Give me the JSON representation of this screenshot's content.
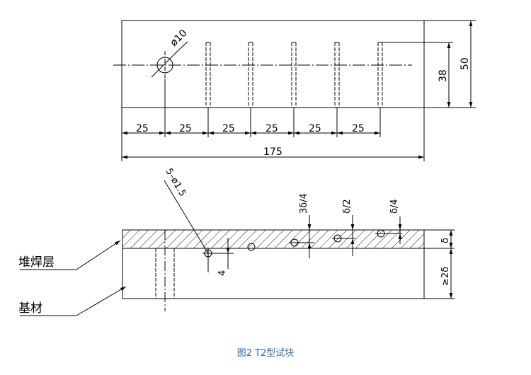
{
  "top_view": {
    "hole_dim": "ø10",
    "spacing_dims": [
      "25",
      "25",
      "25",
      "25",
      "25",
      "25"
    ],
    "overall_length": "175",
    "height_dim": "50",
    "hole_height_dim": "38"
  },
  "section_view": {
    "holes_callout": "5–ø1.5",
    "depth_labels": [
      "3δ/4",
      "δ/2",
      "δ/4"
    ],
    "layer_thickness": "δ",
    "base_thickness": "≥2δ",
    "hole_offset": "4",
    "weld_layer_label": "堆焊层",
    "base_label": "基材"
  },
  "caption": "图2  T2型试块",
  "colors": {
    "line": "#000000",
    "caption": "#2e6db4"
  }
}
